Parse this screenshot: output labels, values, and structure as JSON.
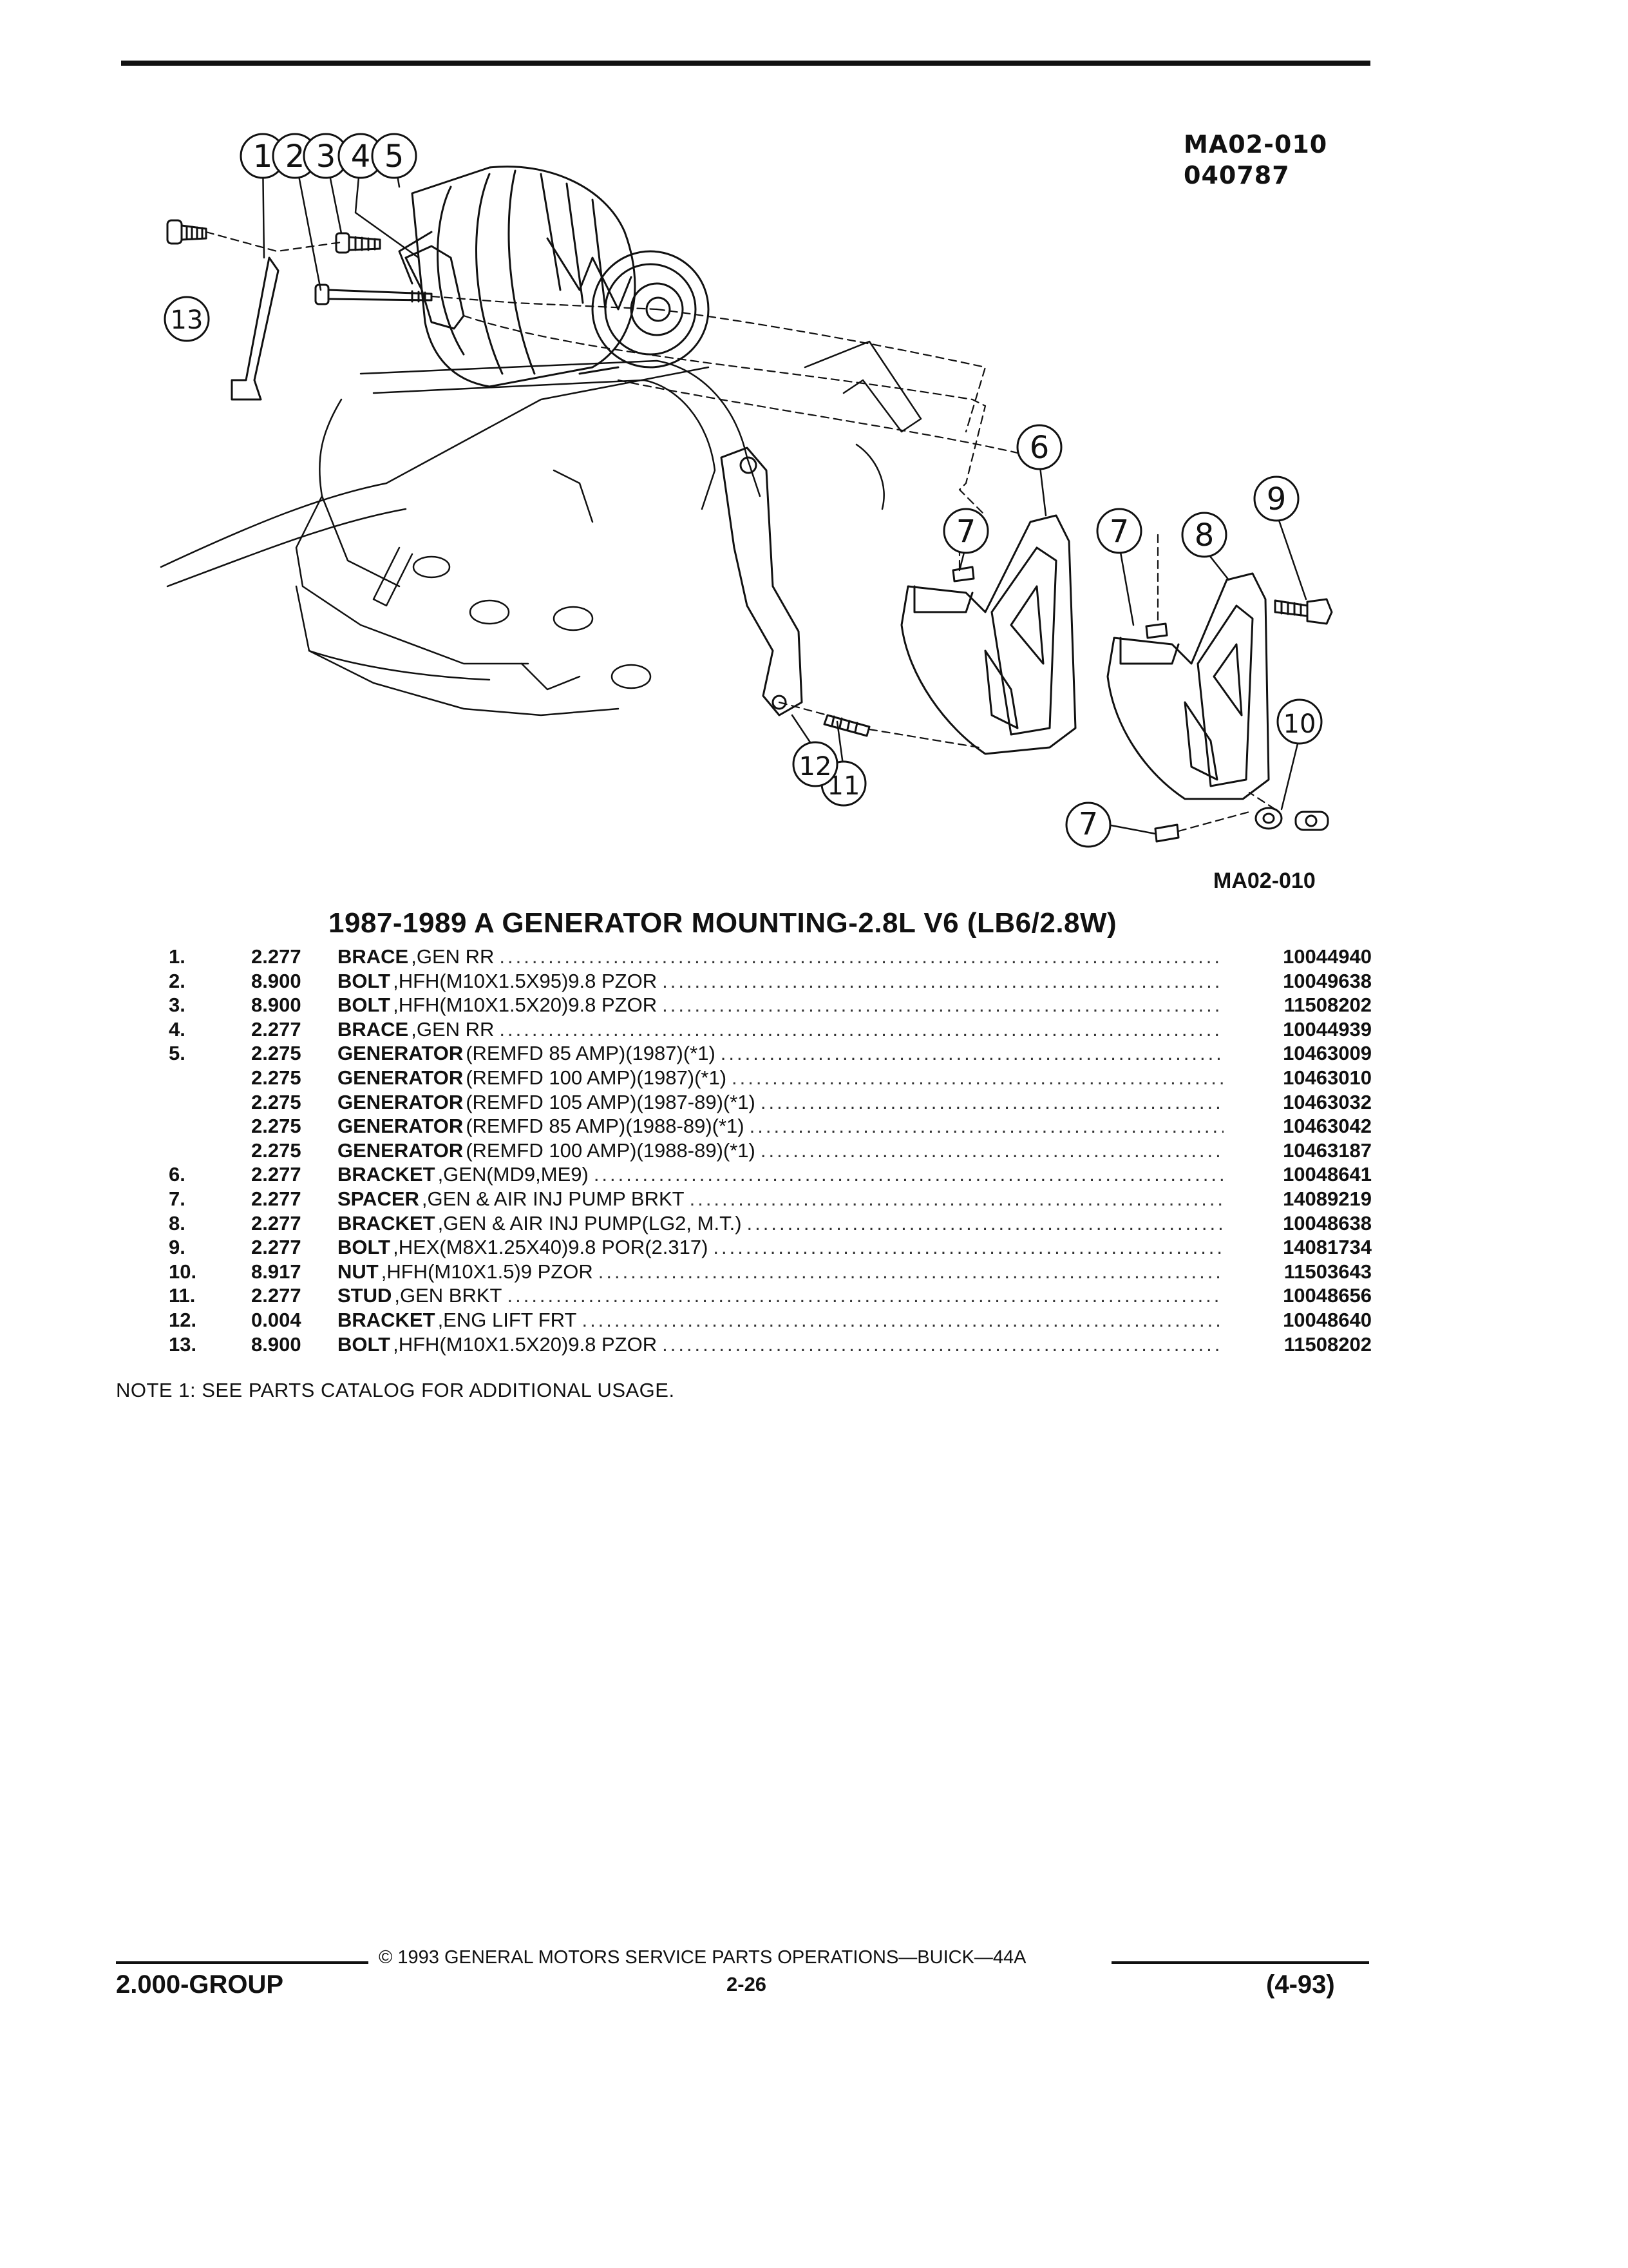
{
  "figure": {
    "code_top": "MA02-010",
    "date_code": "040787",
    "code_bottom": "MA02-010",
    "callouts": [
      "1",
      "2",
      "3",
      "4",
      "5",
      "6",
      "7",
      "8",
      "9",
      "10",
      "11",
      "12",
      "13"
    ]
  },
  "title": "1987-1989 A GENERATOR MOUNTING-2.8L V6 (LB6/2.8W)",
  "parts": [
    {
      "num": "1.",
      "group": "2.277",
      "name": "BRACE",
      "desc": ",GEN RR",
      "part_no": "10044940"
    },
    {
      "num": "2.",
      "group": "8.900",
      "name": "BOLT",
      "desc": ",HFH(M10X1.5X95)9.8 PZOR",
      "part_no": "10049638"
    },
    {
      "num": "3.",
      "group": "8.900",
      "name": "BOLT",
      "desc": ",HFH(M10X1.5X20)9.8 PZOR",
      "part_no": "11508202"
    },
    {
      "num": "4.",
      "group": "2.277",
      "name": "BRACE",
      "desc": ",GEN RR",
      "part_no": "10044939"
    },
    {
      "num": "5.",
      "group": "2.275",
      "name": "GENERATOR",
      "desc": "(REMFD 85 AMP)(1987)(*1)",
      "part_no": "10463009"
    },
    {
      "num": "",
      "group": "2.275",
      "name": "GENERATOR",
      "desc": "(REMFD 100 AMP)(1987)(*1)",
      "part_no": "10463010"
    },
    {
      "num": "",
      "group": "2.275",
      "name": "GENERATOR",
      "desc": "(REMFD 105 AMP)(1987-89)(*1)",
      "part_no": "10463032"
    },
    {
      "num": "",
      "group": "2.275",
      "name": "GENERATOR",
      "desc": "(REMFD 85 AMP)(1988-89)(*1)",
      "part_no": "10463042"
    },
    {
      "num": "",
      "group": "2.275",
      "name": "GENERATOR",
      "desc": "(REMFD 100 AMP)(1988-89)(*1)",
      "part_no": "10463187"
    },
    {
      "num": "6.",
      "group": "2.277",
      "name": "BRACKET",
      "desc": ",GEN(MD9,ME9)",
      "part_no": "10048641"
    },
    {
      "num": "7.",
      "group": "2.277",
      "name": "SPACER",
      "desc": ",GEN & AIR INJ PUMP BRKT",
      "part_no": "14089219"
    },
    {
      "num": "8.",
      "group": "2.277",
      "name": "BRACKET",
      "desc": ",GEN & AIR INJ PUMP(LG2, M.T.)",
      "part_no": "10048638"
    },
    {
      "num": "9.",
      "group": "2.277",
      "name": "BOLT",
      "desc": ",HEX(M8X1.25X40)9.8 POR(2.317)",
      "part_no": "14081734"
    },
    {
      "num": "10.",
      "group": "8.917",
      "name": "NUT",
      "desc": ",HFH(M10X1.5)9 PZOR",
      "part_no": "11503643"
    },
    {
      "num": "11.",
      "group": "2.277",
      "name": "STUD",
      "desc": ",GEN BRKT",
      "part_no": "10048656"
    },
    {
      "num": "12.",
      "group": "0.004",
      "name": "BRACKET",
      "desc": ",ENG LIFT FRT",
      "part_no": "10048640"
    },
    {
      "num": "13.",
      "group": "8.900",
      "name": "BOLT",
      "desc": ",HFH(M10X1.5X20)9.8 PZOR",
      "part_no": "11508202"
    }
  ],
  "note": "NOTE  1:  SEE PARTS CATALOG FOR ADDITIONAL USAGE.",
  "footer": {
    "copyright": "© 1993  GENERAL MOTORS SERVICE PARTS OPERATIONS—BUICK—44A",
    "group": "2.000-GROUP",
    "page": "2-26",
    "revision": "(4-93)"
  }
}
